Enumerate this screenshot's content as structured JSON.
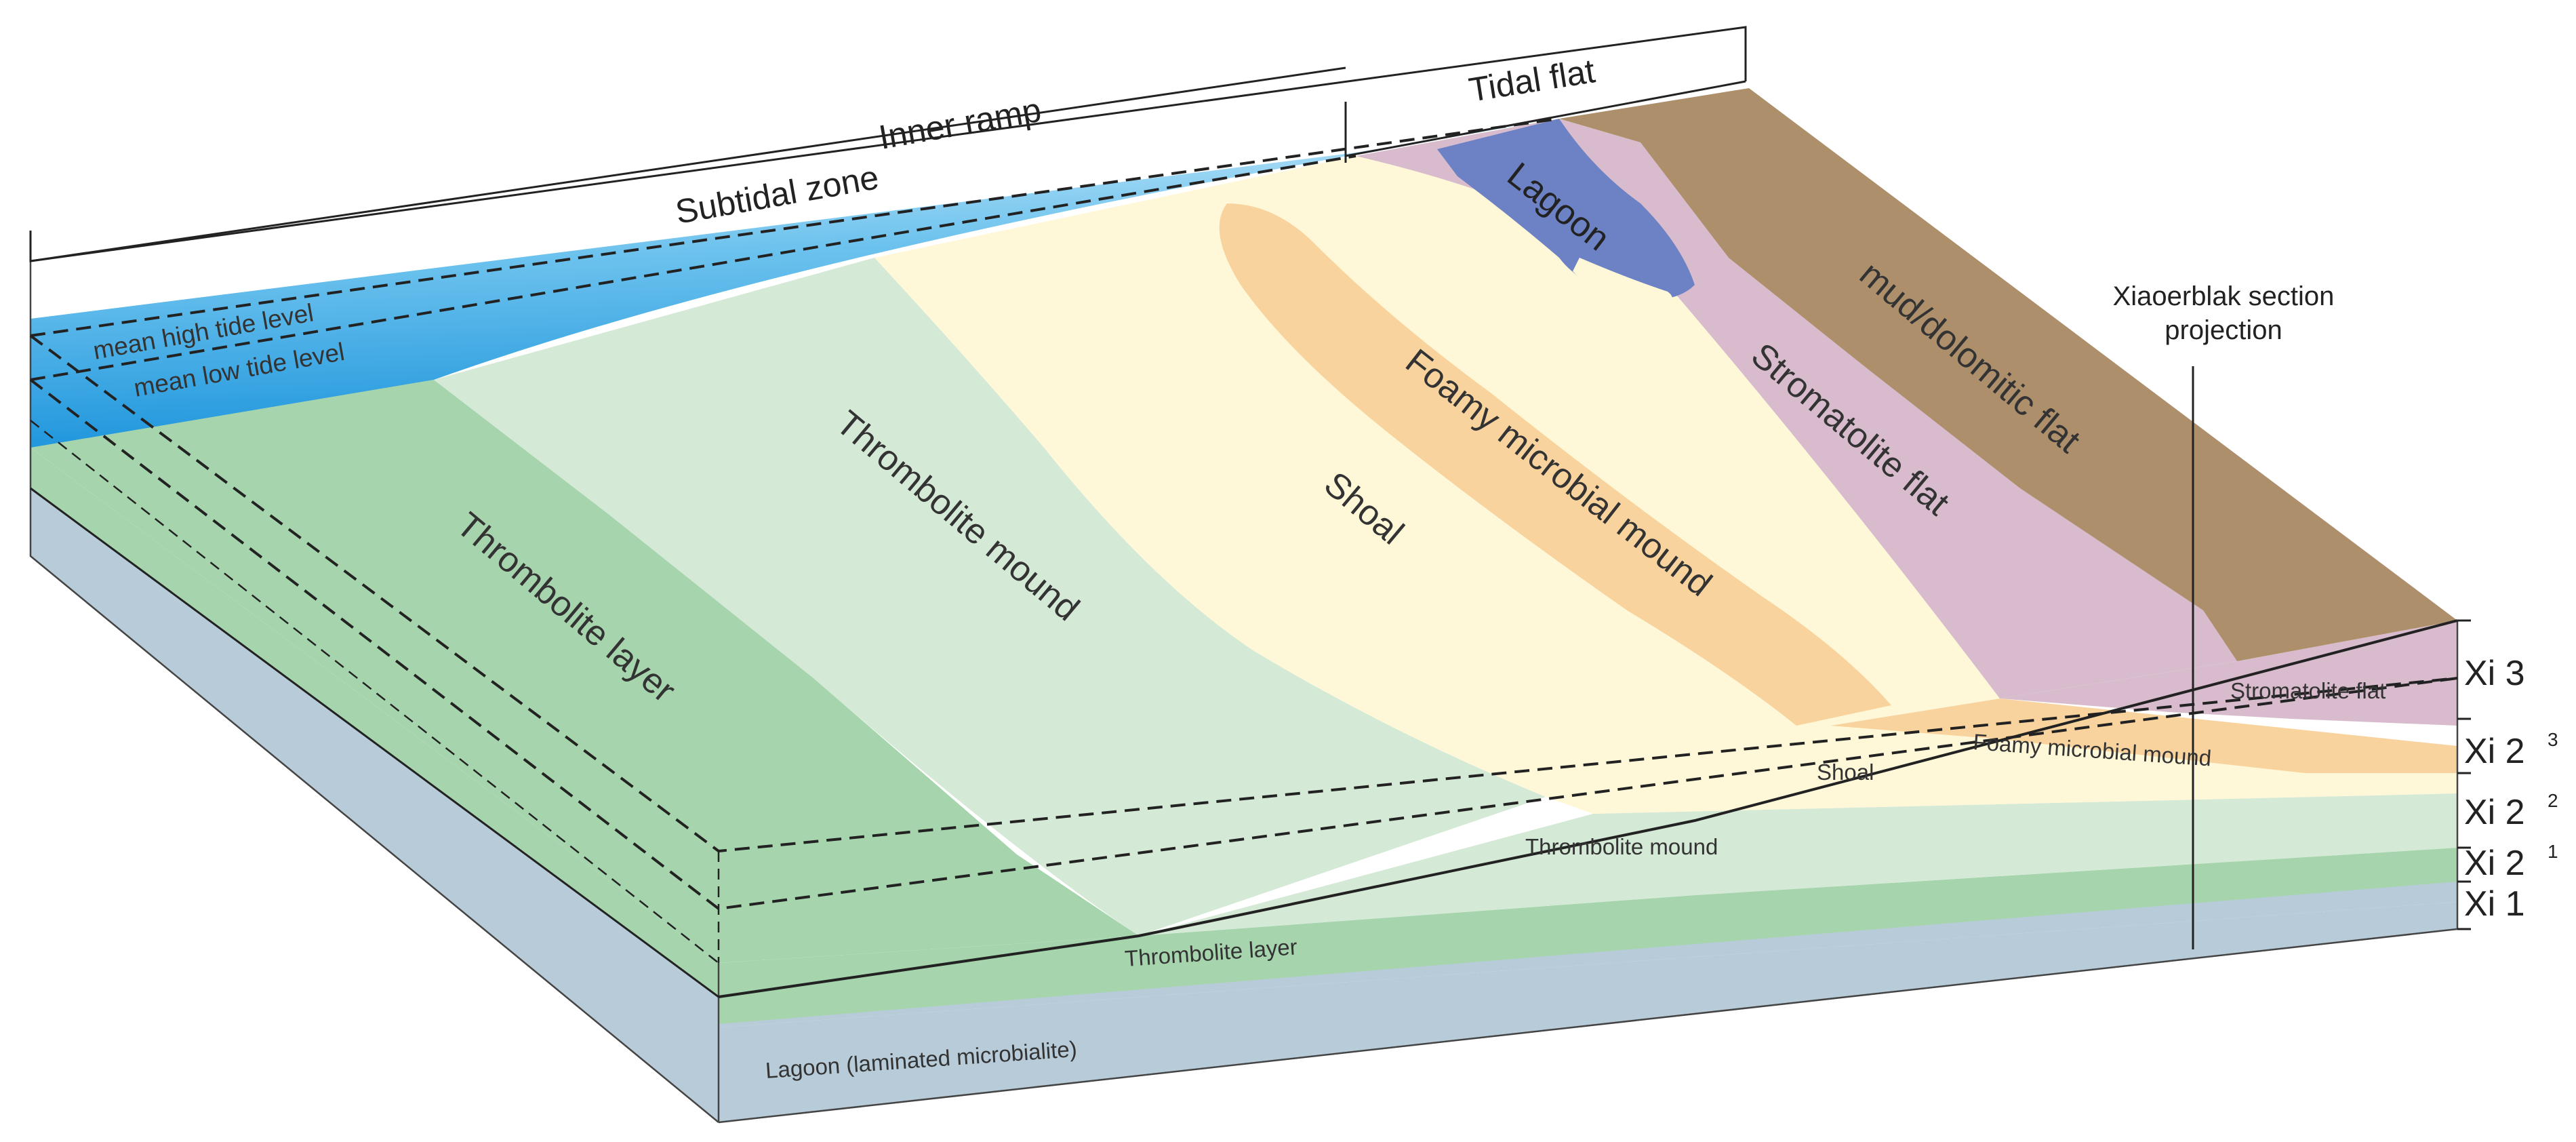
{
  "bracket_labels": {
    "inner_ramp": "Inner ramp",
    "tidal_flat": "Tidal flat",
    "subtidal_zone": "Subtidal zone"
  },
  "sea_levels": {
    "high": "mean high tide level",
    "low": "mean low tide level"
  },
  "surface_facies": {
    "thrombolite_layer": "Thrombolite layer",
    "thrombolite_mound": "Thrombolite mound",
    "shoal": "Shoal",
    "foamy_microbial_mound": "Foamy microbial mound",
    "lagoon": "Lagoon",
    "stromatolite_flat": "Stromatolite  flat",
    "mud_dolomitic_flat": "mud/dolomitic flat"
  },
  "section_facies": {
    "stromatolite_flat": "Stromatolite  flat",
    "foamy_microbial_mound": "Foamy microbial mound",
    "shoal": "Shoal",
    "thrombolite_mound": "Thrombolite mound",
    "thrombolite_layer": "Thrombolite layer",
    "lagoon": "Lagoon (laminated microbialite)"
  },
  "projection_label": [
    "Xiaoerblak section",
    "projection"
  ],
  "units": [
    {
      "base": "Xi  3",
      "sup": ""
    },
    {
      "base": "Xi  2",
      "sup": "3"
    },
    {
      "base": "Xi  2",
      "sup": "2"
    },
    {
      "base": "Xi  2",
      "sup": "1"
    },
    {
      "base": "Xi  1",
      "sup": ""
    }
  ],
  "colors": {
    "sea": "#3aa5e2",
    "sea_light": "#bfe4f7",
    "thrombolite_layer": "#a6d5ad",
    "thrombolite_mound": "#d4e9d6",
    "shoal": "#fff8d8",
    "foamy_microbial_mound": "#f9d39d",
    "lagoon": "#6d82c4",
    "stromatolite_flat": "#d8bccd",
    "mud_dolomitic_flat": "#ad8f6b",
    "base_lagoon": "#b7cbd8"
  }
}
